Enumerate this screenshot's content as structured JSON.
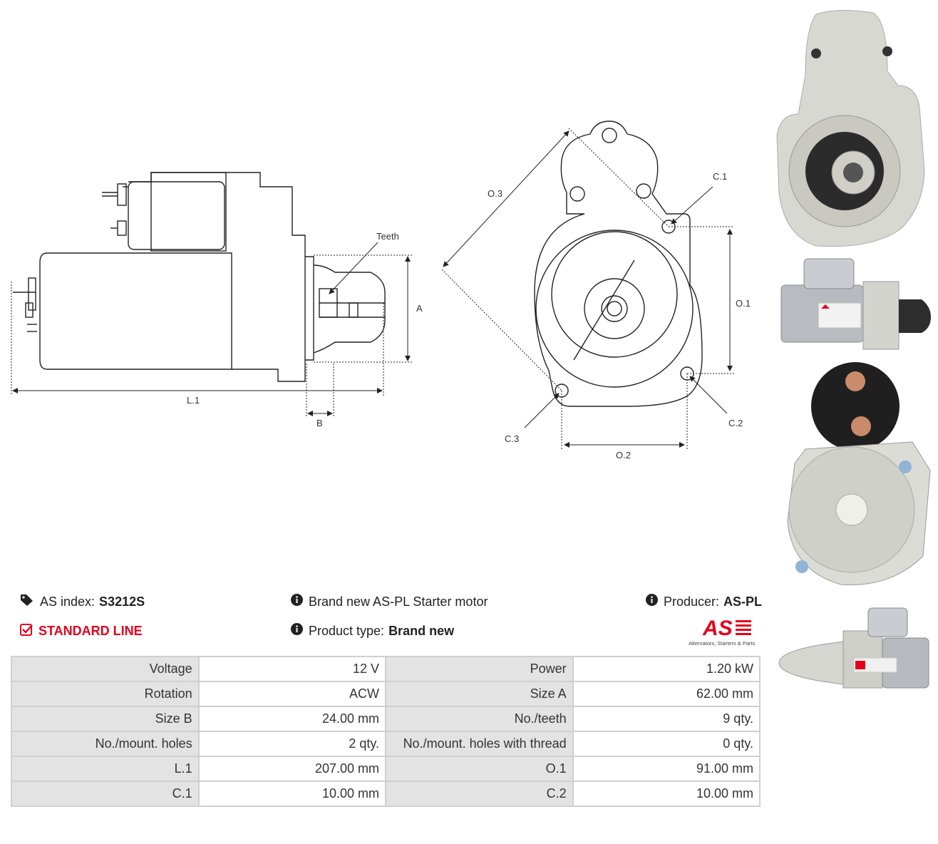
{
  "drawing": {
    "labels": {
      "teeth": "Teeth",
      "a": "A",
      "b": "B",
      "l1": "L.1",
      "o1": "O.1",
      "o2": "O.2",
      "o3": "O.3",
      "c1": "C.1",
      "c2": "C.2",
      "c3": "C.3"
    }
  },
  "info": {
    "as_index_label": "AS index:",
    "as_index_value": "S3212S",
    "line": "STANDARD LINE",
    "description": "Brand new AS-PL Starter motor",
    "product_type_label": "Product type:",
    "product_type_value": "Brand new",
    "producer_label": "Producer:",
    "producer_value": "AS-PL"
  },
  "brand": {
    "logo_text": "AS",
    "tagline": "Alternators, Starters & Parts",
    "color": "#e3001b"
  },
  "specs": [
    [
      "Voltage",
      "12 V",
      "Power",
      "1.20 kW"
    ],
    [
      "Rotation",
      "ACW",
      "Size A",
      "62.00 mm"
    ],
    [
      "Size B",
      "24.00 mm",
      "No./teeth",
      "9 qty."
    ],
    [
      "No./mount. holes",
      "2 qty.",
      "No./mount. holes with thread",
      "0 qty."
    ],
    [
      "L.1",
      "207.00 mm",
      "O.1",
      "91.00 mm"
    ],
    [
      "C.1",
      "10.00 mm",
      "C.2",
      "10.00 mm"
    ]
  ],
  "icons": {
    "tags": "tags-icon",
    "check": "check-square-icon",
    "info": "info-circle-icon"
  }
}
